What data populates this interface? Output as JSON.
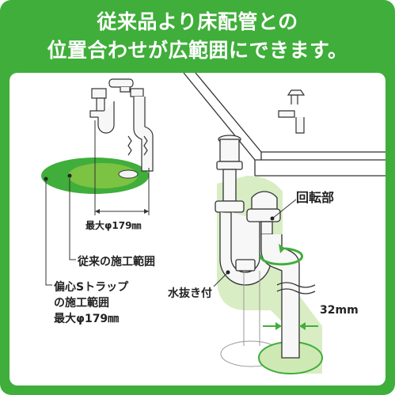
{
  "headline": {
    "line1": "従来品より床配管との",
    "line2": "位置合わせが広範囲にできます。"
  },
  "labels": {
    "max_diameter": "最大φ179㎜",
    "conventional_range": "従来の施工範囲",
    "offset_line1": "偏心Sトラップ",
    "offset_line2": "の施工範囲",
    "offset_line3": "最大φ179㎜",
    "rotating_part": "回転部",
    "drain_fitting": "水抜き付",
    "pipe_size": "32mm"
  },
  "colors": {
    "frame_green": "#3fae3a",
    "inner_green": "#7cc243",
    "light_green": "#cfe9b5",
    "glow_green": "#a8d98a",
    "line": "#333333"
  }
}
